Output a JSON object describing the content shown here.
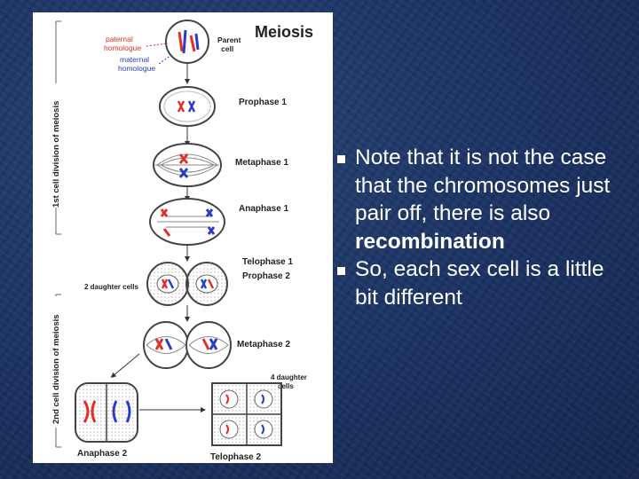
{
  "figure": {
    "title": "Meiosis",
    "parent_cell": "Parent cell",
    "paternal_homologue": "paternal homologue",
    "maternal_homologue": "maternal homologue",
    "first_division": "1st cell division of meiosis",
    "second_division": "2nd cell division of meiosis",
    "stages": {
      "prophase1": "Prophase 1",
      "metaphase1": "Metaphase 1",
      "anaphase1": "Anaphase 1",
      "telophase1": "Telophase 1",
      "prophase2": "Prophase 2",
      "two_daughter": "2 daughter cells",
      "metaphase2": "Metaphase 2",
      "four_daughter": "4 daughter cells",
      "anaphase2": "Anaphase 2",
      "telophase2": "Telophase 2"
    }
  },
  "bullets": [
    {
      "text": "Note that it is not the case that the chromosomes just pair off, there is also",
      "bold": "recombination"
    },
    {
      "text": "So, each sex cell is a little bit different"
    }
  ],
  "colors": {
    "paternal": "#e0302a",
    "maternal": "#2a3cc8",
    "background": "#1d3460",
    "bullet_text": "#ffffff"
  },
  "icons": [
    "square-bullet-icon",
    "arrow-down-icon",
    "cell-icon"
  ]
}
